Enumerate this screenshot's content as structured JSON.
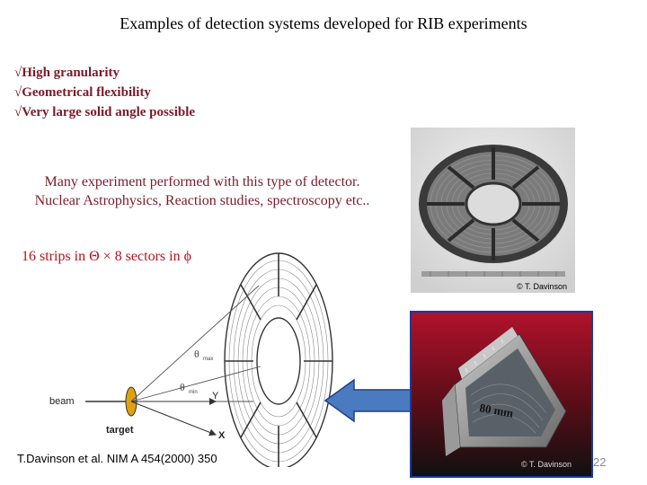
{
  "title": "Examples of detection systems developed  for RIB experiments",
  "bullets": [
    {
      "check": "√",
      "text": "High granularity"
    },
    {
      "check": "√",
      "text": "Geometrical flexibility"
    },
    {
      "check": "√",
      "text": "Very large solid angle possible"
    }
  ],
  "note_lines": [
    "Many experiment performed with this type of detector.",
    "Nuclear Astrophysics, Reaction studies, spectroscopy etc.."
  ],
  "strips_text": "16 strips in Θ × 8 sectors in ϕ",
  "diagram": {
    "beam": "beam",
    "target": "target",
    "theta_max": "θ",
    "theta_max_sub": "max",
    "theta_min": "θ",
    "theta_min_sub": "min",
    "axis_y": "Y",
    "axis_x": "X"
  },
  "photo_top_credit": "© T. Davinson",
  "photo_bottom_credit": "© T. Davinson",
  "measure_label": "80 mm",
  "citation": "T.Davinson et al. NIM A 454(2000) 350",
  "page_number": "22",
  "colors": {
    "bullet_text": "#7a1a2a",
    "strips_text": "#b5121b",
    "arrow_fill": "#4a7bc0",
    "arrow_stroke": "#1f3f80",
    "photo_frame": "#1a3aa0"
  }
}
